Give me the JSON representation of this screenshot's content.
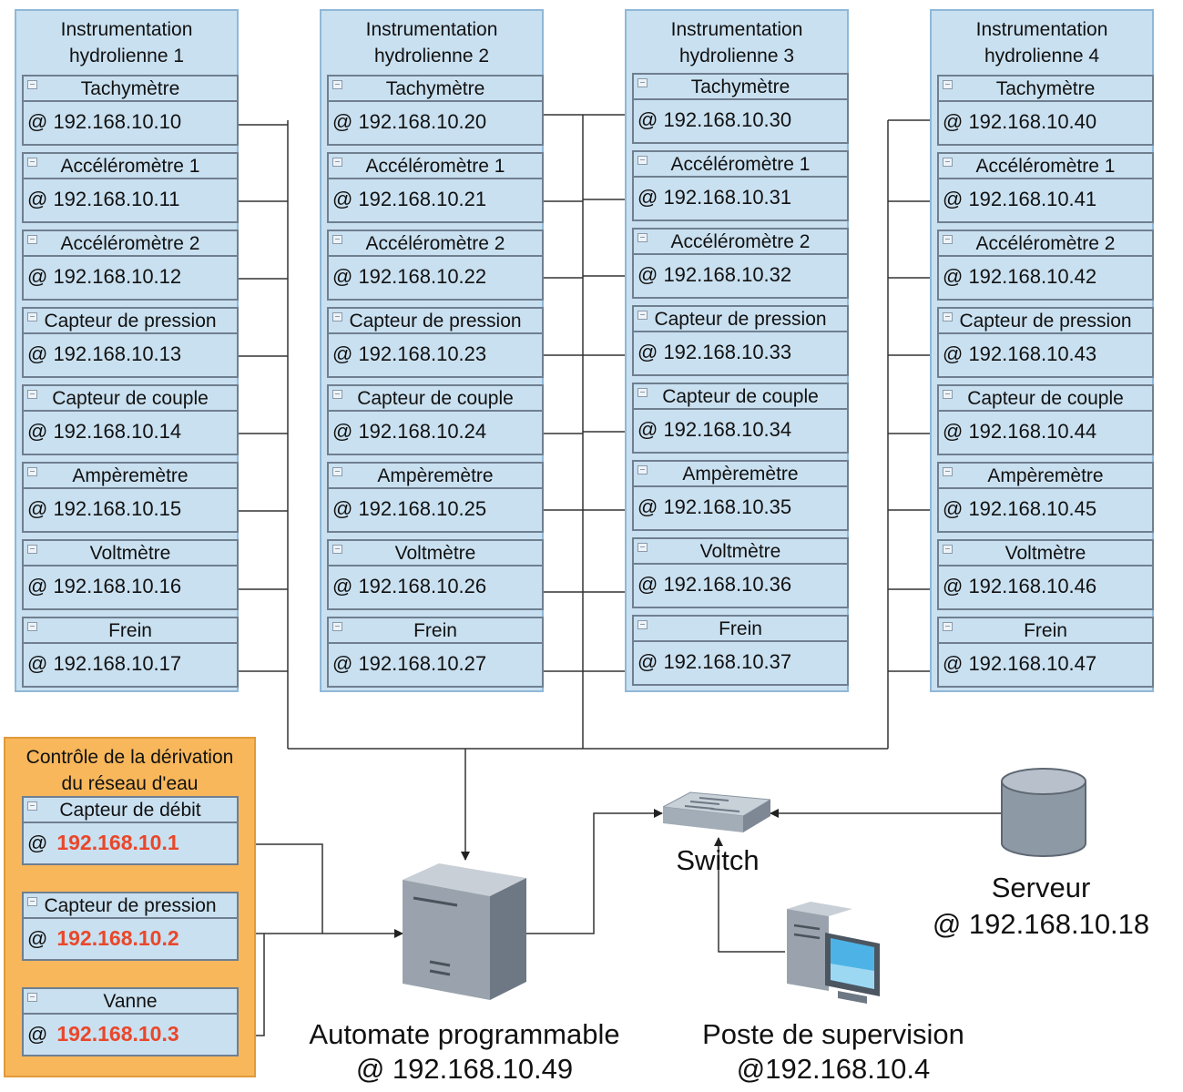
{
  "groups": [
    {
      "title_line1": "Instrumentation",
      "title_line2": "hydrolienne 1",
      "devices": [
        {
          "name": "Tachymètre",
          "ip": "@ 192.168.10.10"
        },
        {
          "name": "Accéléromètre 1",
          "ip": "@ 192.168.10.11"
        },
        {
          "name": "Accéléromètre 2",
          "ip": "@ 192.168.10.12"
        },
        {
          "name": "Capteur de pression",
          "ip": "@ 192.168.10.13"
        },
        {
          "name": "Capteur de couple",
          "ip": "@ 192.168.10.14"
        },
        {
          "name": "Ampèremètre",
          "ip": "@ 192.168.10.15"
        },
        {
          "name": "Voltmètre",
          "ip": "@ 192.168.10.16"
        },
        {
          "name": "Frein",
          "ip": "@ 192.168.10.17"
        }
      ]
    },
    {
      "title_line1": "Instrumentation",
      "title_line2": "hydrolienne 2",
      "devices": [
        {
          "name": "Tachymètre",
          "ip": "@ 192.168.10.20"
        },
        {
          "name": "Accéléromètre 1",
          "ip": "@ 192.168.10.21"
        },
        {
          "name": "Accéléromètre 2",
          "ip": "@ 192.168.10.22"
        },
        {
          "name": "Capteur de pression",
          "ip": "@ 192.168.10.23"
        },
        {
          "name": "Capteur de couple",
          "ip": "@ 192.168.10.24"
        },
        {
          "name": "Ampèremètre",
          "ip": "@ 192.168.10.25"
        },
        {
          "name": "Voltmètre",
          "ip": "@ 192.168.10.26"
        },
        {
          "name": "Frein",
          "ip": "@ 192.168.10.27"
        }
      ]
    },
    {
      "title_line1": "Instrumentation",
      "title_line2": "hydrolienne 3",
      "devices": [
        {
          "name": "Tachymètre",
          "ip": "@ 192.168.10.30"
        },
        {
          "name": "Accéléromètre 1",
          "ip": "@ 192.168.10.31"
        },
        {
          "name": "Accéléromètre 2",
          "ip": "@ 192.168.10.32"
        },
        {
          "name": "Capteur de pression",
          "ip": "@ 192.168.10.33"
        },
        {
          "name": "Capteur de couple",
          "ip": "@ 192.168.10.34"
        },
        {
          "name": "Ampèremètre",
          "ip": "@ 192.168.10.35"
        },
        {
          "name": "Voltmètre",
          "ip": "@ 192.168.10.36"
        },
        {
          "name": "Frein",
          "ip": "@ 192.168.10.37"
        }
      ]
    },
    {
      "title_line1": "Instrumentation",
      "title_line2": "hydrolienne 4",
      "devices": [
        {
          "name": "Tachymètre",
          "ip": "@ 192.168.10.40"
        },
        {
          "name": "Accéléromètre 1",
          "ip": "@ 192.168.10.41"
        },
        {
          "name": "Accéléromètre 2",
          "ip": "@ 192.168.10.42"
        },
        {
          "name": "Capteur de pression",
          "ip": "@ 192.168.10.43"
        },
        {
          "name": "Capteur de couple",
          "ip": "@ 192.168.10.44"
        },
        {
          "name": "Ampèremètre",
          "ip": "@ 192.168.10.45"
        },
        {
          "name": "Voltmètre",
          "ip": "@ 192.168.10.46"
        },
        {
          "name": "Frein",
          "ip": "@ 192.168.10.47"
        }
      ]
    }
  ],
  "derivation": {
    "title_line1": "Contrôle de la dérivation",
    "title_line2": "du réseau d'eau",
    "devices": [
      {
        "name": "Capteur de débit",
        "at": "@",
        "ip": "192.168.10.1"
      },
      {
        "name": "Capteur de pression",
        "at": "@",
        "ip": "192.168.10.2"
      },
      {
        "name": "Vanne",
        "at": "@",
        "ip": "192.168.10.3"
      }
    ]
  },
  "plc": {
    "name": "Automate programmable",
    "ip": "@ 192.168.10.49",
    "icon": "server-tower-icon"
  },
  "switch": {
    "name": "Switch",
    "icon": "network-switch-icon"
  },
  "server": {
    "name": "Serveur",
    "ip": "@ 192.168.10.18",
    "icon": "database-cylinder-icon"
  },
  "workstation": {
    "name": "Poste de supervision",
    "ip": "@192.168.10.4",
    "icon": "desktop-computer-icon"
  },
  "colors": {
    "panel_fill": "#c9e0f0",
    "orange_fill": "#f8b75b",
    "ip_highlight": "#e9472a"
  }
}
